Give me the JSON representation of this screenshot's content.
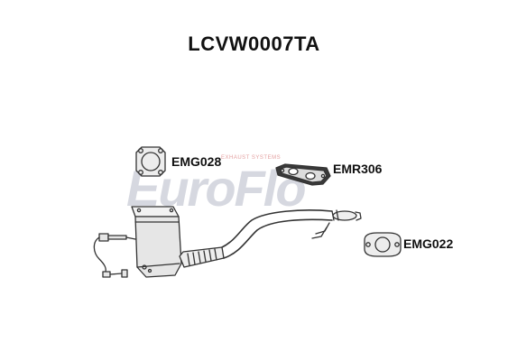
{
  "title": "LCVW0007TA",
  "parts": {
    "gasket_top": {
      "code": "EMG028"
    },
    "manifold_gasket": {
      "code": "EMR306"
    },
    "gasket_right": {
      "code": "EMG022"
    }
  },
  "watermark": {
    "brand": "EuroFlo",
    "tagline": "EXHAUST SYSTEMS"
  },
  "colors": {
    "outline": "#333333",
    "metal_fill": "#e6e6e6",
    "watermark": "#c9ccd6",
    "watermark_accent": "#e3a0a0"
  }
}
